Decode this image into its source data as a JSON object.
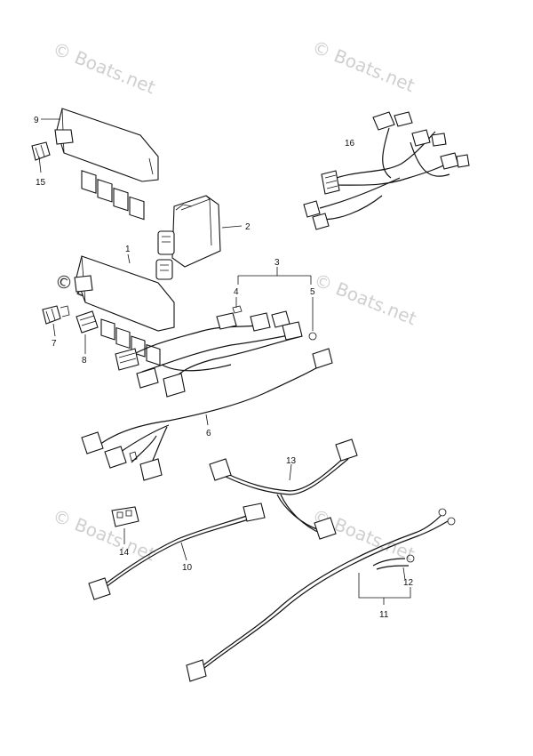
{
  "watermark": "© Boats.net",
  "callouts": {
    "c1": "1",
    "c2": "2",
    "c3": "3",
    "c4": "4",
    "c5": "5",
    "c6": "6",
    "c7": "7",
    "c8": "8",
    "c9": "9",
    "c10": "10",
    "c11": "11",
    "c12": "12",
    "c13": "13",
    "c14": "14",
    "c15": "15",
    "c16": "16"
  }
}
